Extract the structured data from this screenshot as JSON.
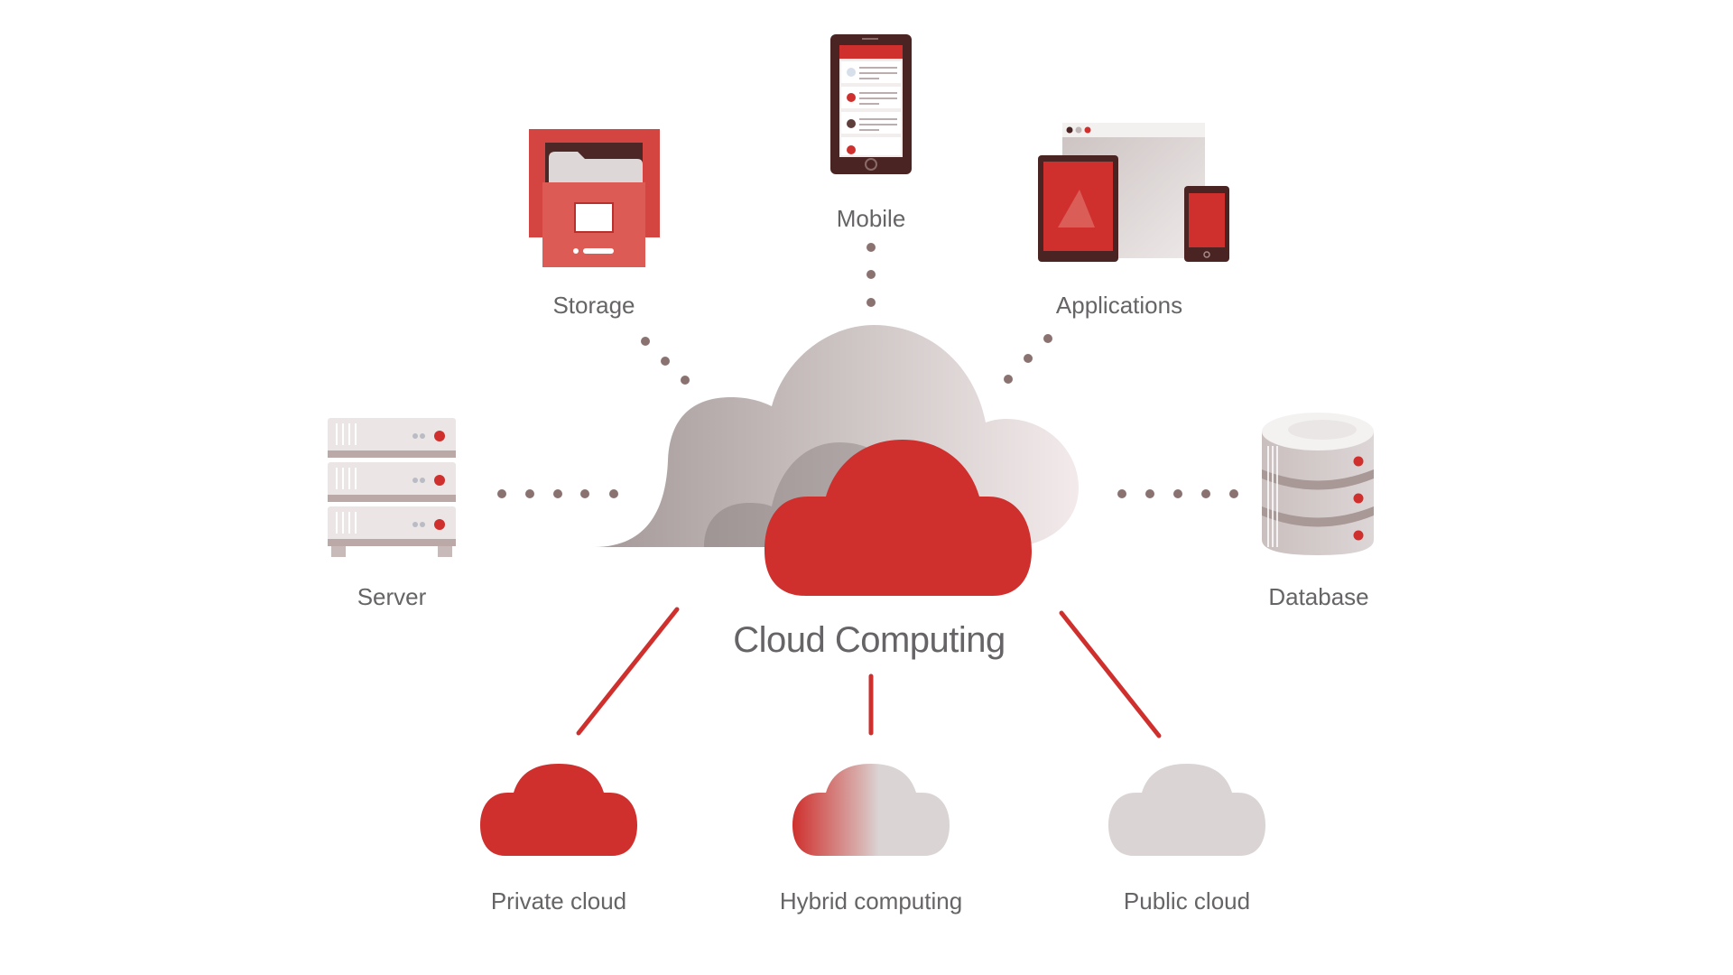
{
  "diagram": {
    "title": "Cloud Computing",
    "colors": {
      "accent_red": "#cf302d",
      "dark_brown": "#4a2422",
      "cloud_grey": "#dad4d4",
      "label_grey": "#666466",
      "connector_dot": "#8a7270"
    },
    "resources": [
      {
        "id": "storage",
        "label": "Storage",
        "icon": "file-cabinet-icon"
      },
      {
        "id": "mobile",
        "label": "Mobile",
        "icon": "smartphone-icon"
      },
      {
        "id": "applications",
        "label": "Applications",
        "icon": "devices-icon"
      },
      {
        "id": "server",
        "label": "Server",
        "icon": "server-rack-icon"
      },
      {
        "id": "database",
        "label": "Database",
        "icon": "database-icon"
      }
    ],
    "deployment_models": [
      {
        "id": "private",
        "label": "Private cloud",
        "icon": "cloud-icon"
      },
      {
        "id": "hybrid",
        "label": "Hybrid computing",
        "icon": "cloud-icon"
      },
      {
        "id": "public",
        "label": "Public cloud",
        "icon": "cloud-icon"
      }
    ]
  }
}
